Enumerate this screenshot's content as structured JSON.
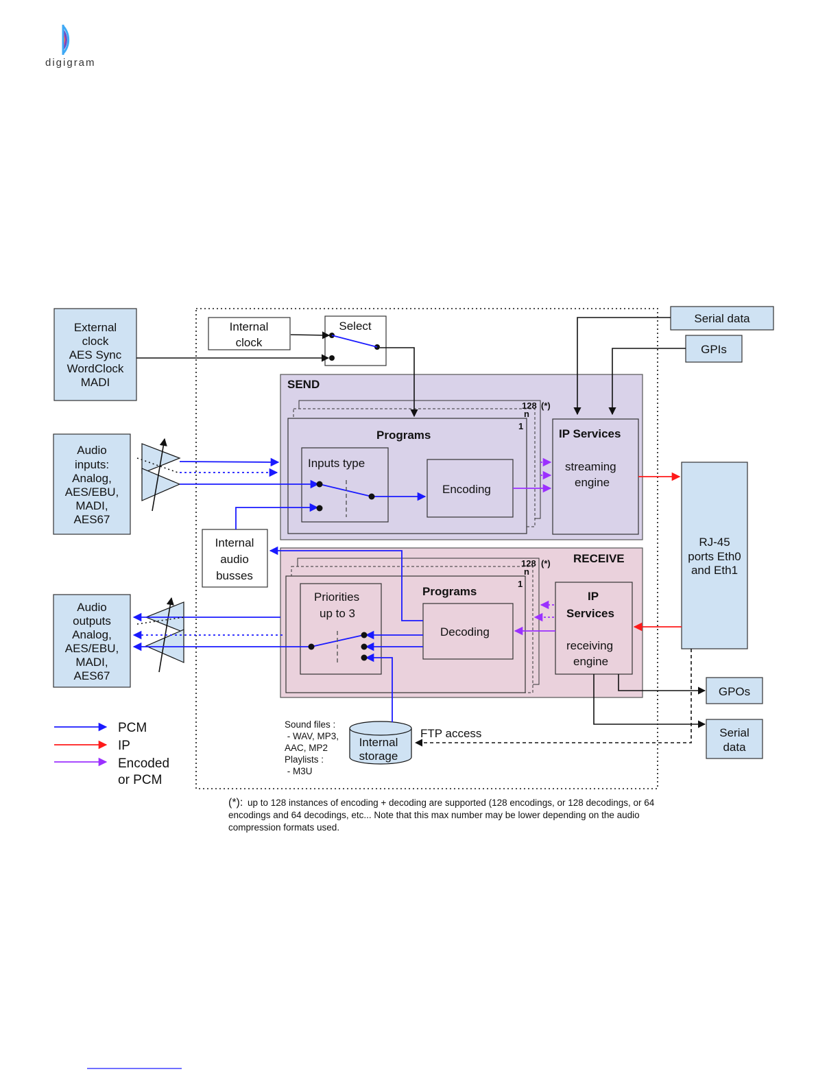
{
  "brand": {
    "name": "digigram",
    "colors": [
      "#e8407a",
      "#f5a623",
      "#3fa9f5",
      "#6c4cc2"
    ]
  },
  "colors": {
    "pcm": "#1a1aff",
    "ip": "#ff1a1a",
    "encoded": "#9b30ff",
    "box_blue": "#cfe2f3",
    "send_bg": "#d9d2e9",
    "receive_bg": "#ead1dc"
  },
  "diagram": {
    "external_clock": [
      "External",
      "clock",
      "AES Sync",
      "WordClock",
      "MADI"
    ],
    "internal_clock": [
      "Internal",
      "clock"
    ],
    "select": "Select",
    "serial_data_top": "Serial data",
    "gpis": "GPIs",
    "audio_inputs": [
      "Audio",
      "inputs:",
      "Analog,",
      "AES/EBU,",
      "MADI,",
      "AES67"
    ],
    "audio_outputs": [
      "Audio",
      "outputs",
      "Analog,",
      "AES/EBU,",
      "MADI,",
      "AES67"
    ],
    "send": {
      "title": "SEND",
      "count_max": "128",
      "count_note": "(*)",
      "count_n": "n",
      "count_1": "1",
      "programs": "Programs",
      "inputs_type": "Inputs type",
      "encoding": "Encoding",
      "ip_services": "IP Services",
      "engine": [
        "streaming",
        "engine"
      ]
    },
    "internal_busses": [
      "Internal",
      "audio",
      "busses"
    ],
    "rj45": [
      "RJ-45",
      "ports Eth0",
      "and Eth1"
    ],
    "receive": {
      "title": "RECEIVE",
      "count_max": "128",
      "count_note": "(*)",
      "count_n": "n",
      "count_1": "1",
      "programs": "Programs",
      "priorities": [
        "Priorities",
        "up to 3"
      ],
      "decoding": "Decoding",
      "ip_services": [
        "IP",
        "Services"
      ],
      "engine": [
        "receiving",
        "engine"
      ]
    },
    "gpos": "GPOs",
    "serial_data_bottom": [
      "Serial",
      "data"
    ],
    "sound_files": [
      "Sound files :",
      " - WAV, MP3,",
      "AAC, MP2",
      "Playlists :",
      " - M3U"
    ],
    "internal_storage": [
      "Internal",
      "storage"
    ],
    "ftp_access": "FTP access"
  },
  "legend": {
    "pcm": "PCM",
    "ip": "IP",
    "encoded": [
      "Encoded",
      "or PCM"
    ]
  },
  "footnote": {
    "marker": "(*):",
    "lines": [
      "up to 128 instances of encoding + decoding are supported (128 encodings, or 128 decodings, or 64",
      "encodings and 64 decodings, etc... Note that this max number may be lower depending on the audio",
      "compression formats used."
    ]
  }
}
